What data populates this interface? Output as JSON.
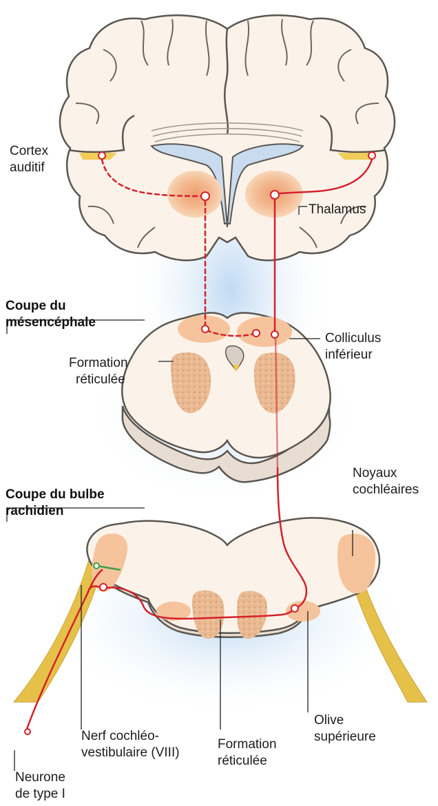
{
  "labels": {
    "cortex_auditif": [
      "Cortex",
      "auditif"
    ],
    "thalamus": "Thalamus",
    "coupe_mesencephale": [
      "Coupe du",
      "mésencéphale"
    ],
    "formation_reticulee_top": [
      "Formation",
      "réticulée"
    ],
    "colliculus_inferieur": [
      "Colliculus",
      "inférieur"
    ],
    "noyaux_cochleaires": [
      "Noyaux",
      "cochléaires"
    ],
    "coupe_bulbe": [
      "Coupe du bulbe",
      "rachidien"
    ],
    "nerf_cochleo": [
      "Nerf cochléo-",
      "vestibulaire (VIII)"
    ],
    "formation_reticulee_bottom": [
      "Formation",
      "réticulée"
    ],
    "olive_superieure": [
      "Olive",
      "supérieure"
    ],
    "neurone_type_i": [
      "Neurone",
      "de type I"
    ]
  },
  "colors": {
    "tissue": "#fbf3ea",
    "outline": "#5a5550",
    "nucleus": "#f6c9a2",
    "nucleus_dark": "#f0a67a",
    "pathway": "#d4202a",
    "reticular": "#e8b58f",
    "nerve": "#e8c24a",
    "glow": "#cfe3f6"
  }
}
